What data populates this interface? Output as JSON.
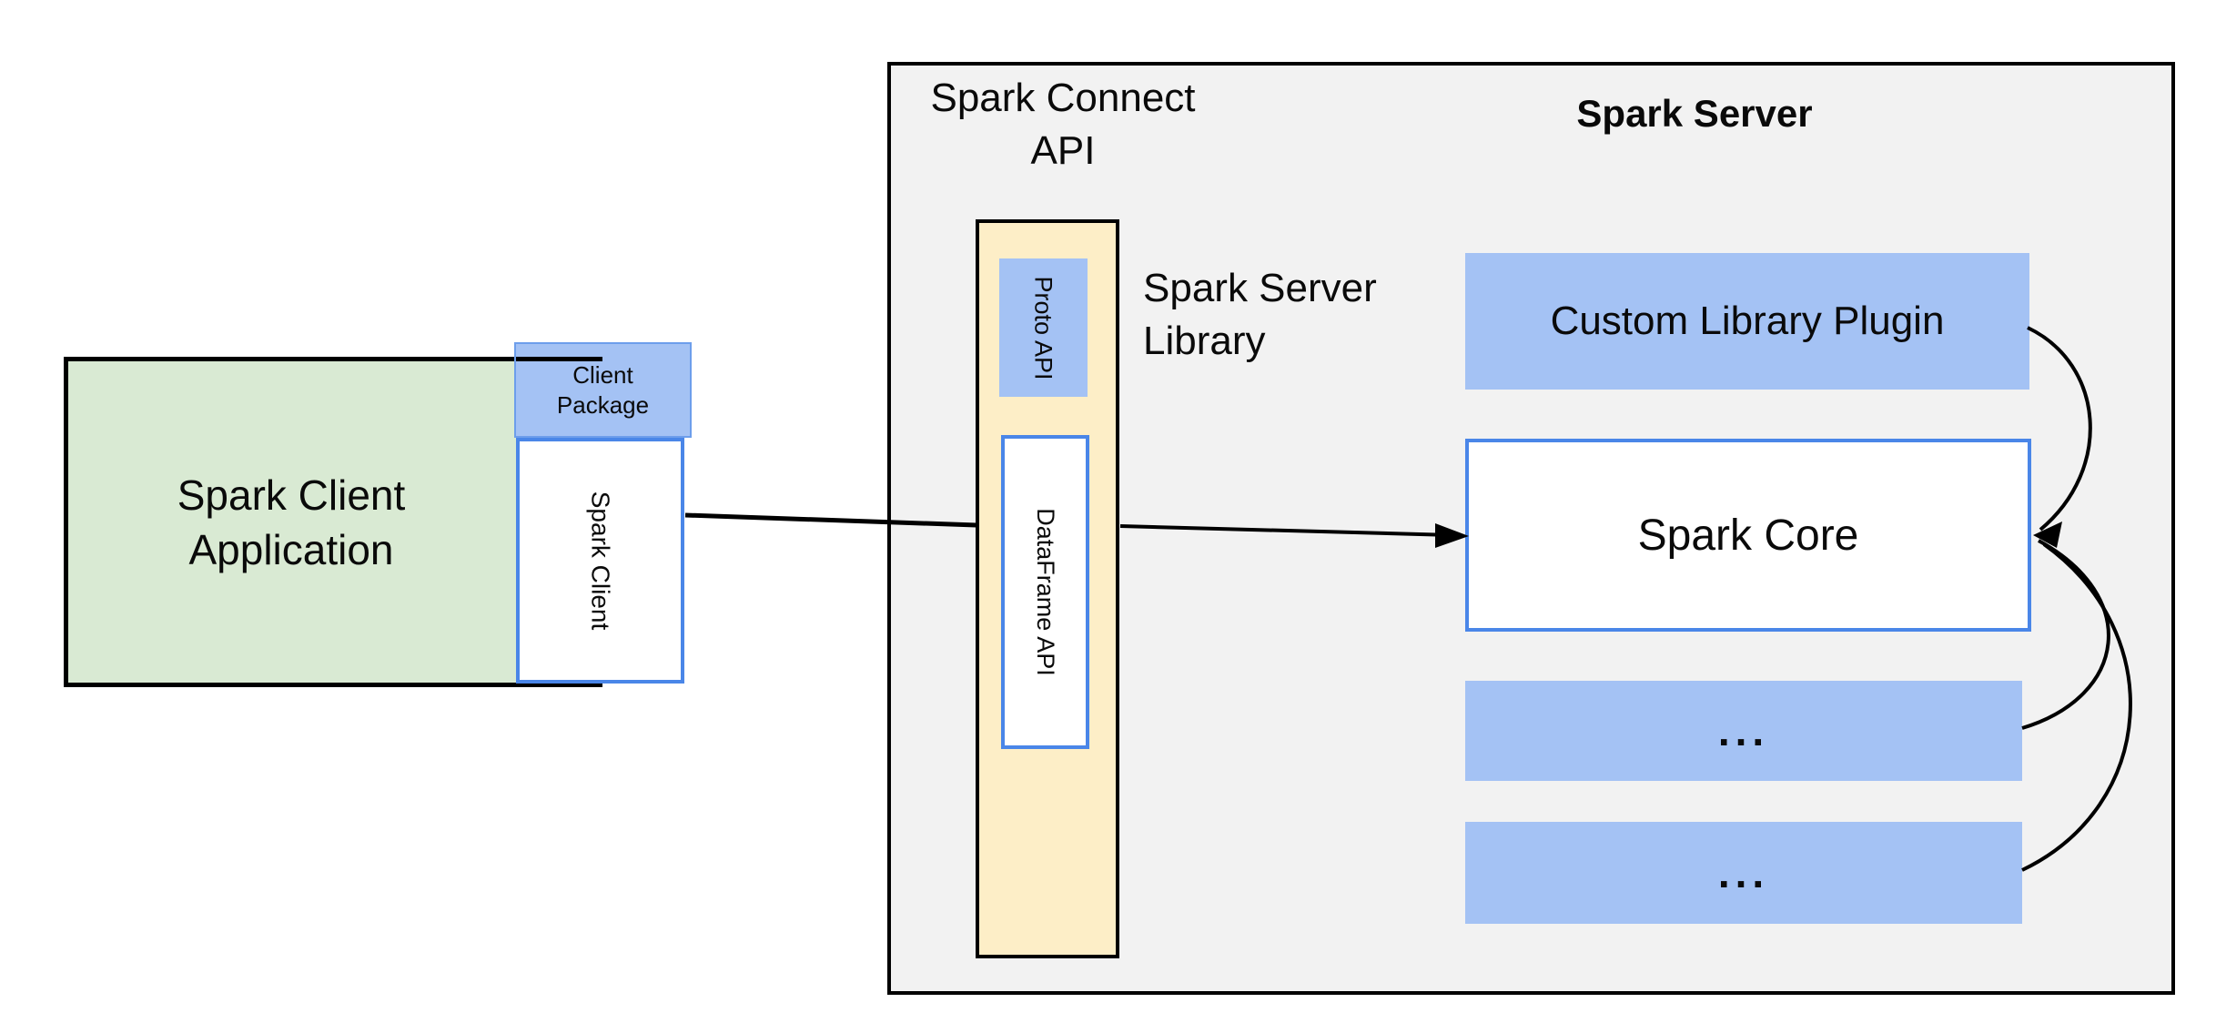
{
  "diagram": {
    "client": {
      "app_label": "Spark Client Application",
      "package_label": "Client Package",
      "client_label": "Spark Client"
    },
    "connect": {
      "api_title": "Spark Connect API",
      "proto_label": "Proto API",
      "dataframe_label": "DataFrame API",
      "server_library_label": "Spark Server Library"
    },
    "server": {
      "title": "Spark Server",
      "plugin_label": "Custom Library Plugin",
      "core_label": "Spark Core",
      "ellipsis_1": "...",
      "ellipsis_2": "..."
    },
    "colors": {
      "background": "#ffffff",
      "panel_gray": "#f2f2f2",
      "green_fill": "#d9ead3",
      "blue_fill": "#a4c2f4",
      "blue_border": "#4a86e8",
      "yellow_fill": "#fdeec7",
      "line_black": "#000000"
    }
  }
}
